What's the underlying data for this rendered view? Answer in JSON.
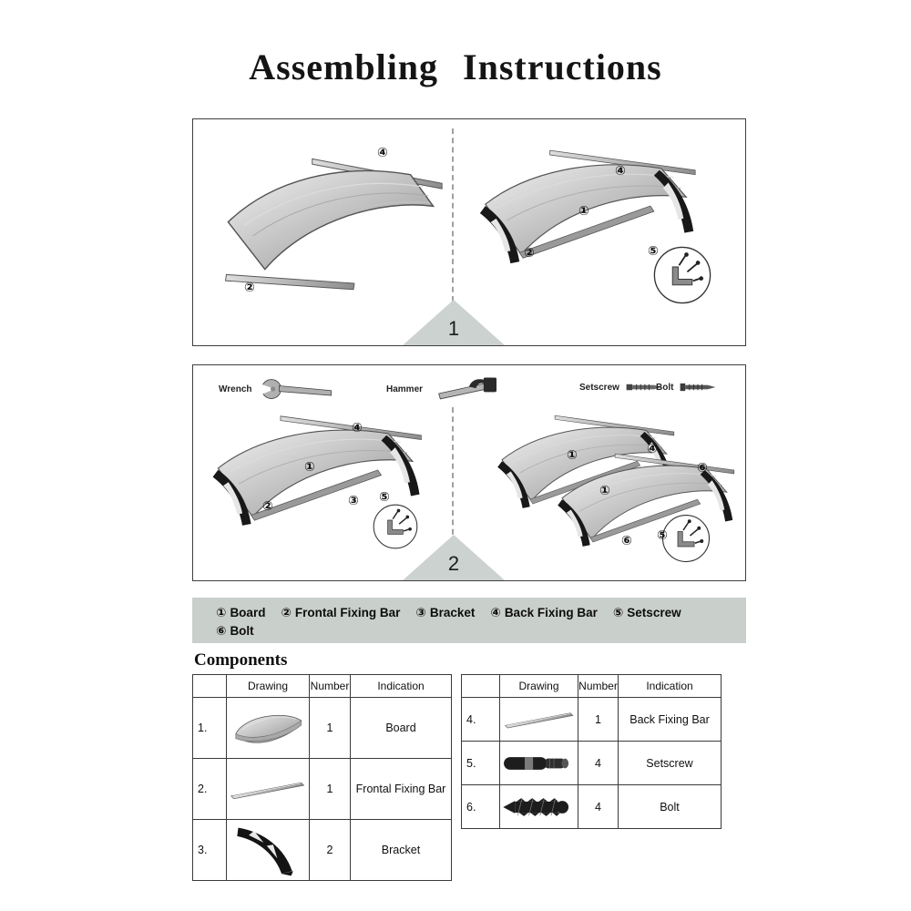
{
  "title": "Assembling Instructions",
  "steps": {
    "step1": {
      "number": "1",
      "callouts": {
        "left_back_bar": "④",
        "left_front_bar": "②",
        "right_back_bar": "④",
        "right_board": "①",
        "right_front_bar": "②",
        "right_setscrew": "⑤"
      }
    },
    "step2": {
      "number": "2",
      "tools": [
        {
          "label": "Wrench",
          "icon": "wrench-icon"
        },
        {
          "label": "Hammer",
          "icon": "hammer-icon"
        },
        {
          "label": "Setscrew",
          "icon": "setscrew-icon"
        },
        {
          "label": "Bolt",
          "icon": "bolt-icon"
        }
      ],
      "callouts": {
        "left_back_bar": "④",
        "left_board": "①",
        "left_front_bar": "②",
        "left_bracket": "③",
        "left_setscrew": "⑤",
        "right_board_1": "①",
        "right_back_bar": "④",
        "right_bolt_1": "⑥",
        "right_board_2": "①",
        "right_setscrew": "⑤",
        "right_bolt_2": "⑥"
      }
    }
  },
  "legend": {
    "items": [
      {
        "num": "①",
        "label": "Board"
      },
      {
        "num": "②",
        "label": "Frontal Fixing Bar"
      },
      {
        "num": "③",
        "label": "Bracket"
      },
      {
        "num": "④",
        "label": "Back Fixing Bar"
      },
      {
        "num": "⑤",
        "label": "Setscrew"
      },
      {
        "num": "⑥",
        "label": "Bolt"
      }
    ]
  },
  "components": {
    "heading": "Components",
    "left_table": {
      "headers": {
        "drawing": "Drawing",
        "number": "Number",
        "indication": "Indication"
      },
      "rows": [
        {
          "index": "1.",
          "drawing_icon": "board-drawing",
          "number": "1",
          "indication": "Board"
        },
        {
          "index": "2.",
          "drawing_icon": "frontal-fixing-bar-drawing",
          "number": "1",
          "indication": "Frontal Fixing Bar"
        },
        {
          "index": "3.",
          "drawing_icon": "bracket-drawing",
          "number": "2",
          "indication": "Bracket"
        }
      ]
    },
    "right_table": {
      "headers": {
        "drawing": "Drawing",
        "number": "Number",
        "indication": "Indication"
      },
      "rows": [
        {
          "index": "4.",
          "drawing_icon": "back-fixing-bar-drawing",
          "number": "1",
          "indication": "Back Fixing Bar"
        },
        {
          "index": "5.",
          "drawing_icon": "setscrew-drawing",
          "number": "4",
          "indication": "Setscrew"
        },
        {
          "index": "6.",
          "drawing_icon": "bolt-drawing",
          "number": "4",
          "indication": "Bolt"
        }
      ]
    }
  },
  "colors": {
    "legend_bg": "#c9cfca",
    "marker_triangle": "#ccd2cf",
    "panel_border": "#3f3f3f",
    "bracket_black": "#181818"
  }
}
